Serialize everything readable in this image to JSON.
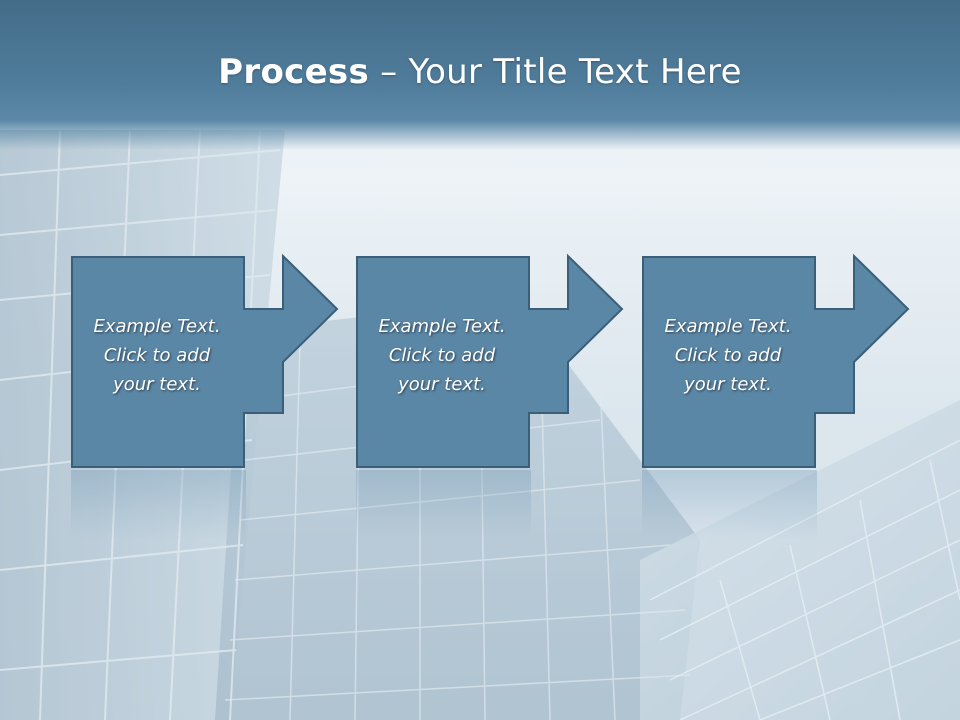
{
  "slide": {
    "title_bold": "Process",
    "title_rest": " – Your Title Text Here"
  },
  "steps": [
    {
      "line1": "Example Text.",
      "line2": "Click  to add",
      "line3": "your text."
    },
    {
      "line1": "Example Text.",
      "line2": "Click  to add",
      "line3": "your text."
    },
    {
      "line1": "Example Text.",
      "line2": "Click  to add",
      "line3": "your text."
    }
  ],
  "colors": {
    "title_band": "#4f7c9b",
    "box_fill": "#5b87a6",
    "box_border": "#3b5f78",
    "text": "#ffffff"
  }
}
